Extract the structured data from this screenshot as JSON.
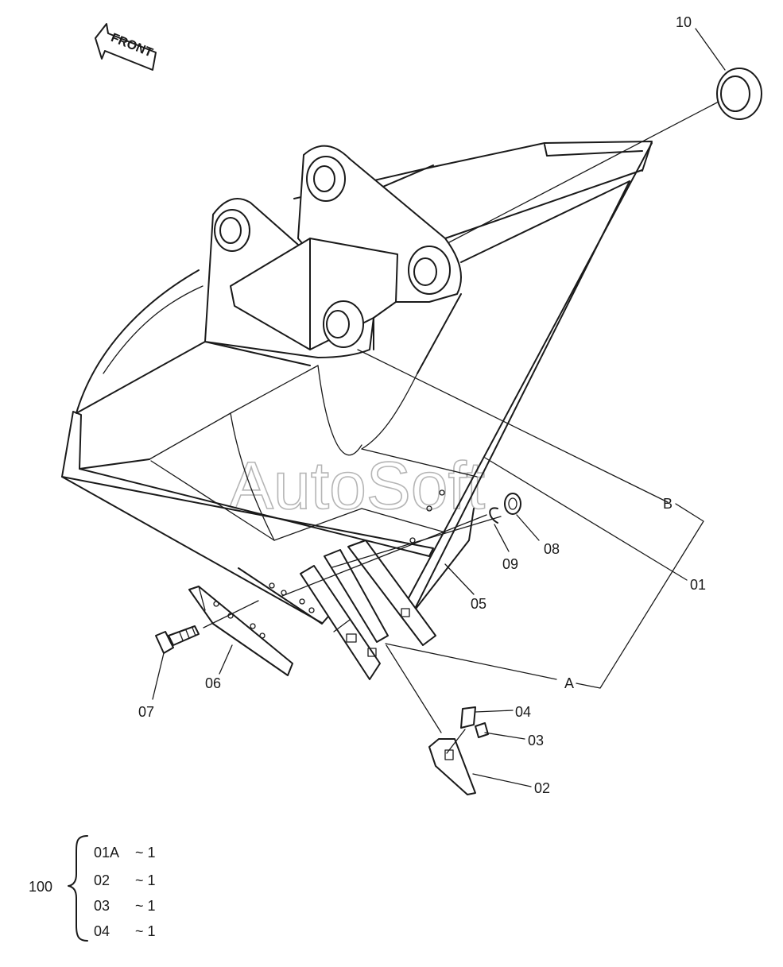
{
  "front_label": "FRONT",
  "watermark": "AutoSoft",
  "callouts": {
    "p10": "10",
    "p08": "08",
    "p09": "09",
    "p05": "05",
    "p01": "01",
    "p06": "06",
    "p07": "07",
    "p04": "04",
    "p03": "03",
    "p02": "02",
    "ref_a": "A",
    "ref_b": "B"
  },
  "assembly": {
    "number": "100",
    "rows": [
      {
        "part": "01A",
        "qty": "~ 1"
      },
      {
        "part": "02",
        "qty": "~ 1"
      },
      {
        "part": "03",
        "qty": "~ 1"
      },
      {
        "part": "04",
        "qty": "~ 1"
      }
    ]
  }
}
